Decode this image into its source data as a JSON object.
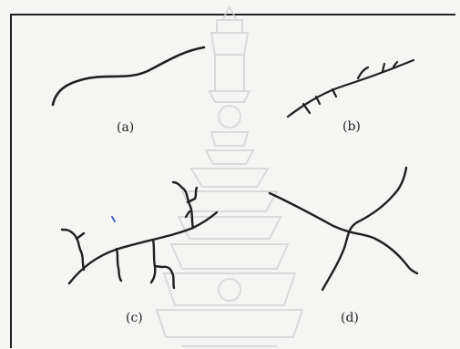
{
  "panels": {
    "a": {
      "label": "(a)"
    },
    "b": {
      "label": "(b)"
    },
    "c": {
      "label": "(c)"
    },
    "d": {
      "label": "(d)"
    }
  },
  "colors": {
    "line": "#1f1f1f",
    "watermark": "#c8c8c8",
    "background": "#f5f5f4"
  }
}
